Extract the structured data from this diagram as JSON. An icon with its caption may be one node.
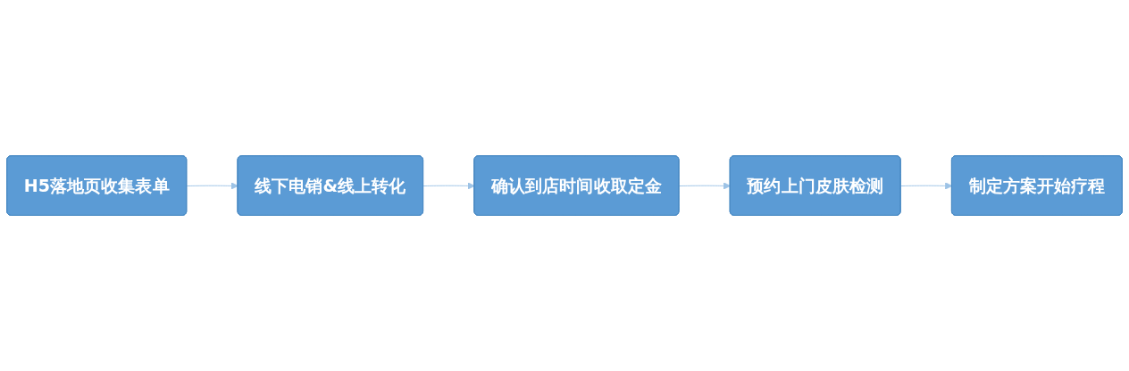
{
  "diagram": {
    "nodes": [
      {
        "text": [
          "H5落地页收集表单"
        ]
      },
      {
        "text": [
          "线下电销&线上转化"
        ]
      },
      {
        "text": [
          "确认到店时间收取定金"
        ]
      },
      {
        "text": [
          "制定方案开始疗程"
        ]
      },
      {
        "text": [
          "预约上门皮肤检测"
        ]
      }
    ],
    "edges": [
      {
        "from": 0,
        "to": 1,
        "arrow": "to"
      },
      {
        "from": 1,
        "to": 2,
        "arrow": "to"
      },
      {
        "from": 2,
        "to": 4,
        "arrow": "to"
      },
      {
        "from": 4,
        "to": 3,
        "arrow": "to"
      }
    ]
  }
}
